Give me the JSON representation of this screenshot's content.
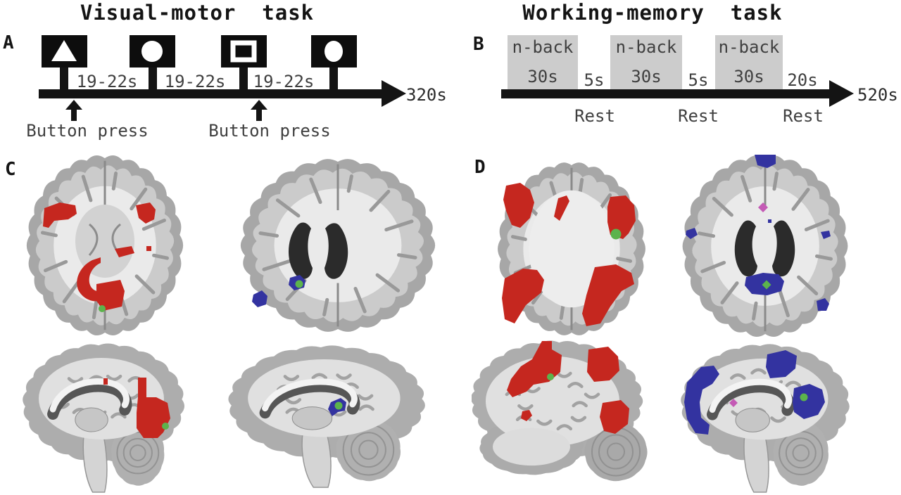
{
  "panelA": {
    "label": "A",
    "title": "Visual-motor  task",
    "stimuli": [
      "triangle",
      "circle",
      "square",
      "circle"
    ],
    "intervals": [
      "19-22s",
      "19-22s",
      "19-22s"
    ],
    "duration": "320s",
    "button_press": [
      "Button press",
      "Button press"
    ]
  },
  "panelB": {
    "label": "B",
    "title": "Working-memory  task",
    "blocks": [
      {
        "label": "n-back",
        "duration": "30s"
      },
      {
        "label": "n-back",
        "duration": "30s"
      },
      {
        "label": "n-back",
        "duration": "30s"
      }
    ],
    "gaps": [
      "5s",
      "5s",
      "20s"
    ],
    "rest": [
      "Rest",
      "Rest",
      "Rest"
    ],
    "duration": "520s"
  },
  "panelC": {
    "label": "C"
  },
  "panelD": {
    "label": "D"
  },
  "colors": {
    "activation_red": "#c5271f",
    "deactivation_blue": "#3333a0",
    "marker_green": "#5cb34c",
    "marker_pink": "#c45ab5",
    "block_gray": "#cccccc",
    "timeline_black": "#141414"
  }
}
